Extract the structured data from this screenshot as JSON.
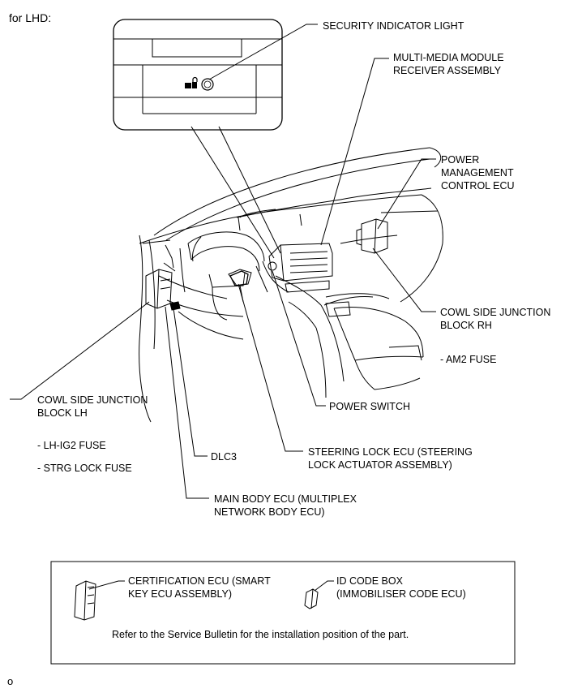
{
  "header": {
    "variant": "for LHD:"
  },
  "inset": {
    "lock_glyph": "🔒"
  },
  "labels": {
    "security_indicator": "SECURITY INDICATOR LIGHT",
    "multimedia": [
      "MULTI-MEDIA MODULE",
      "RECEIVER ASSEMBLY"
    ],
    "power_mgmt": [
      "POWER",
      "MANAGEMENT",
      "CONTROL ECU"
    ],
    "cowl_rh": [
      "COWL SIDE JUNCTION",
      "BLOCK RH"
    ],
    "am2": "- AM2 FUSE",
    "cowl_lh": [
      "COWL SIDE JUNCTION",
      "BLOCK LH"
    ],
    "lh_ig2": "- LH-IG2 FUSE",
    "strg_lock": "- STRG LOCK FUSE",
    "power_switch": "POWER SWITCH",
    "dlc3": "DLC3",
    "steering_lock": [
      "STEERING LOCK ECU (STEERING",
      "LOCK ACTUATOR ASSEMBLY)"
    ],
    "main_body": [
      "MAIN BODY ECU (MULTIPLEX",
      "NETWORK BODY ECU)"
    ]
  },
  "legend": {
    "certification": [
      "CERTIFICATION ECU (SMART",
      "KEY ECU ASSEMBLY)"
    ],
    "id_code": [
      "ID CODE BOX",
      "(IMMOBILISER CODE ECU)"
    ],
    "note": "Refer to the Service Bulletin for the installation position of the part."
  },
  "footer": {
    "id": "o"
  }
}
